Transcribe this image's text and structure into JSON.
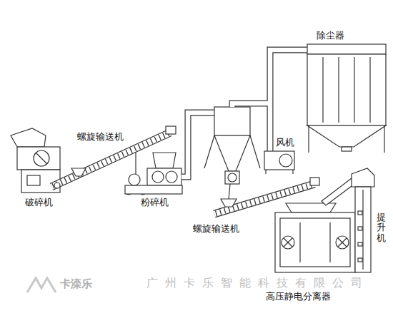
{
  "diagram": {
    "labels": [
      "螺旋输送机",
      "破碎机",
      "粉碎机",
      "除尘器",
      "风机",
      "螺旋输送机",
      "提升机",
      "高压静电分离器",
      "卡滦乐",
      "广州卡乐智能科技有限公司"
    ]
  }
}
